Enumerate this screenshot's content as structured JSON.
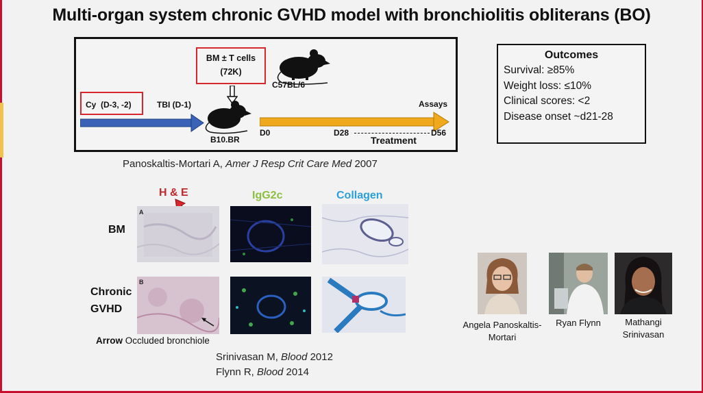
{
  "title": "Multi-organ system chronic GVHD model with bronchiolitis obliterans (BO)",
  "schema": {
    "bm_t_cells_line1": "BM ± T cells",
    "bm_t_cells_line2": "(72K)",
    "donor_strain": "C57BL/6",
    "cy_label": "Cy  (D-3, -2)",
    "tbi_label": "TBI (D-1)",
    "recipient_strain": "B10.BR",
    "d0": "D0",
    "d28": "D28",
    "d56": "D56",
    "assays": "Assays",
    "treatment": "Treatment",
    "colors": {
      "blue_arrow": "#3a63b8",
      "orange_arrow": "#f0a81c",
      "red_box": "#d8262c"
    }
  },
  "citation_main": {
    "author": "Panoskaltis-Mortari A, ",
    "journal": "Amer J Resp Crit Care Med",
    "year": " 2007"
  },
  "outcomes": {
    "title": "Outcomes",
    "lines": [
      "Survival: ≥85%",
      "Weight loss: ≤10%",
      "Clinical scores: <2",
      "Disease onset ~d21-28"
    ]
  },
  "histology": {
    "col_he": "H & E",
    "col_igg": "IgG2c",
    "col_collagen": "Collagen",
    "row_bm": "BM",
    "row_cgvhd_1": "Chronic",
    "row_cgvhd_2": "GVHD",
    "panel_a": "A",
    "panel_b": "B",
    "arrow_bold": "Arrow",
    "arrow_caption": " Occluded bronchiole",
    "colors": {
      "he": "#c0282d",
      "igg": "#8cbf3f",
      "collagen": "#2a9fd8"
    }
  },
  "citations": [
    {
      "author": "Srinivasan M, ",
      "journal": "Blood",
      "year": " 2012"
    },
    {
      "author": "Flynn R, ",
      "journal": "Blood",
      "year": " 2014"
    }
  ],
  "people": [
    {
      "line1": "Angela Panoskaltis-",
      "line2": "Mortari"
    },
    {
      "line1": "Ryan Flynn",
      "line2": ""
    },
    {
      "line1": "Mathangi",
      "line2": "Srinivasan"
    }
  ]
}
